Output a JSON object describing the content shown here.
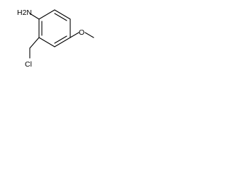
{
  "molecule": {
    "atoms": {
      "amine": "H2N",
      "chlorine": "Cl",
      "oxygen": "O"
    }
  }
}
